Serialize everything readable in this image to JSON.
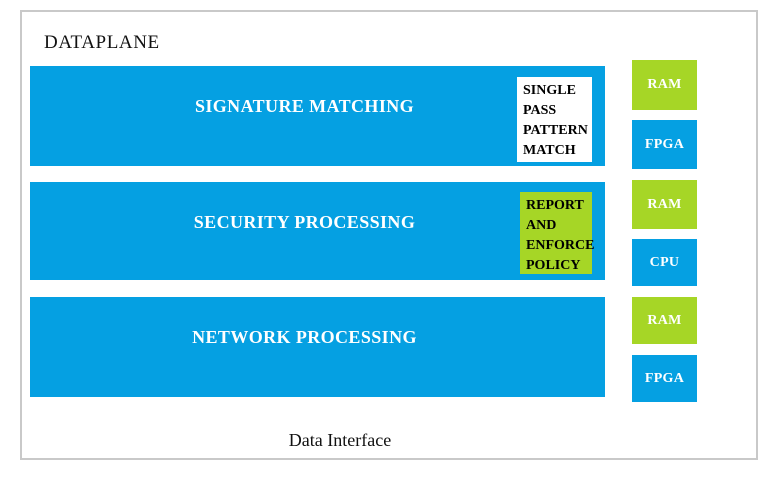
{
  "diagram": {
    "title": "DATAPLANE",
    "footer": "Data Interface",
    "layers": [
      {
        "label": "SIGNATURE MATCHING",
        "callout_text": "SINGLE\nPASS\nPATTERN\nMATCH",
        "callout_style": "white"
      },
      {
        "label": "SECURITY PROCESSING",
        "callout_text": "REPORT\nAND\nENFORCE\nPOLICY",
        "callout_style": "green"
      },
      {
        "label": "NETWORK PROCESSING"
      }
    ],
    "hardware": [
      {
        "label": "RAM",
        "color": "green"
      },
      {
        "label": "FPGA",
        "color": "blue"
      },
      {
        "label": "RAM",
        "color": "green"
      },
      {
        "label": "CPU",
        "color": "blue"
      },
      {
        "label": "RAM",
        "color": "green"
      },
      {
        "label": "FPGA",
        "color": "blue"
      }
    ],
    "colors": {
      "blue": "#05a0e2",
      "green": "#a6d626",
      "frame_border": "#c9c9c9",
      "text_light": "#ffffff",
      "text_dark": "#000000"
    }
  }
}
